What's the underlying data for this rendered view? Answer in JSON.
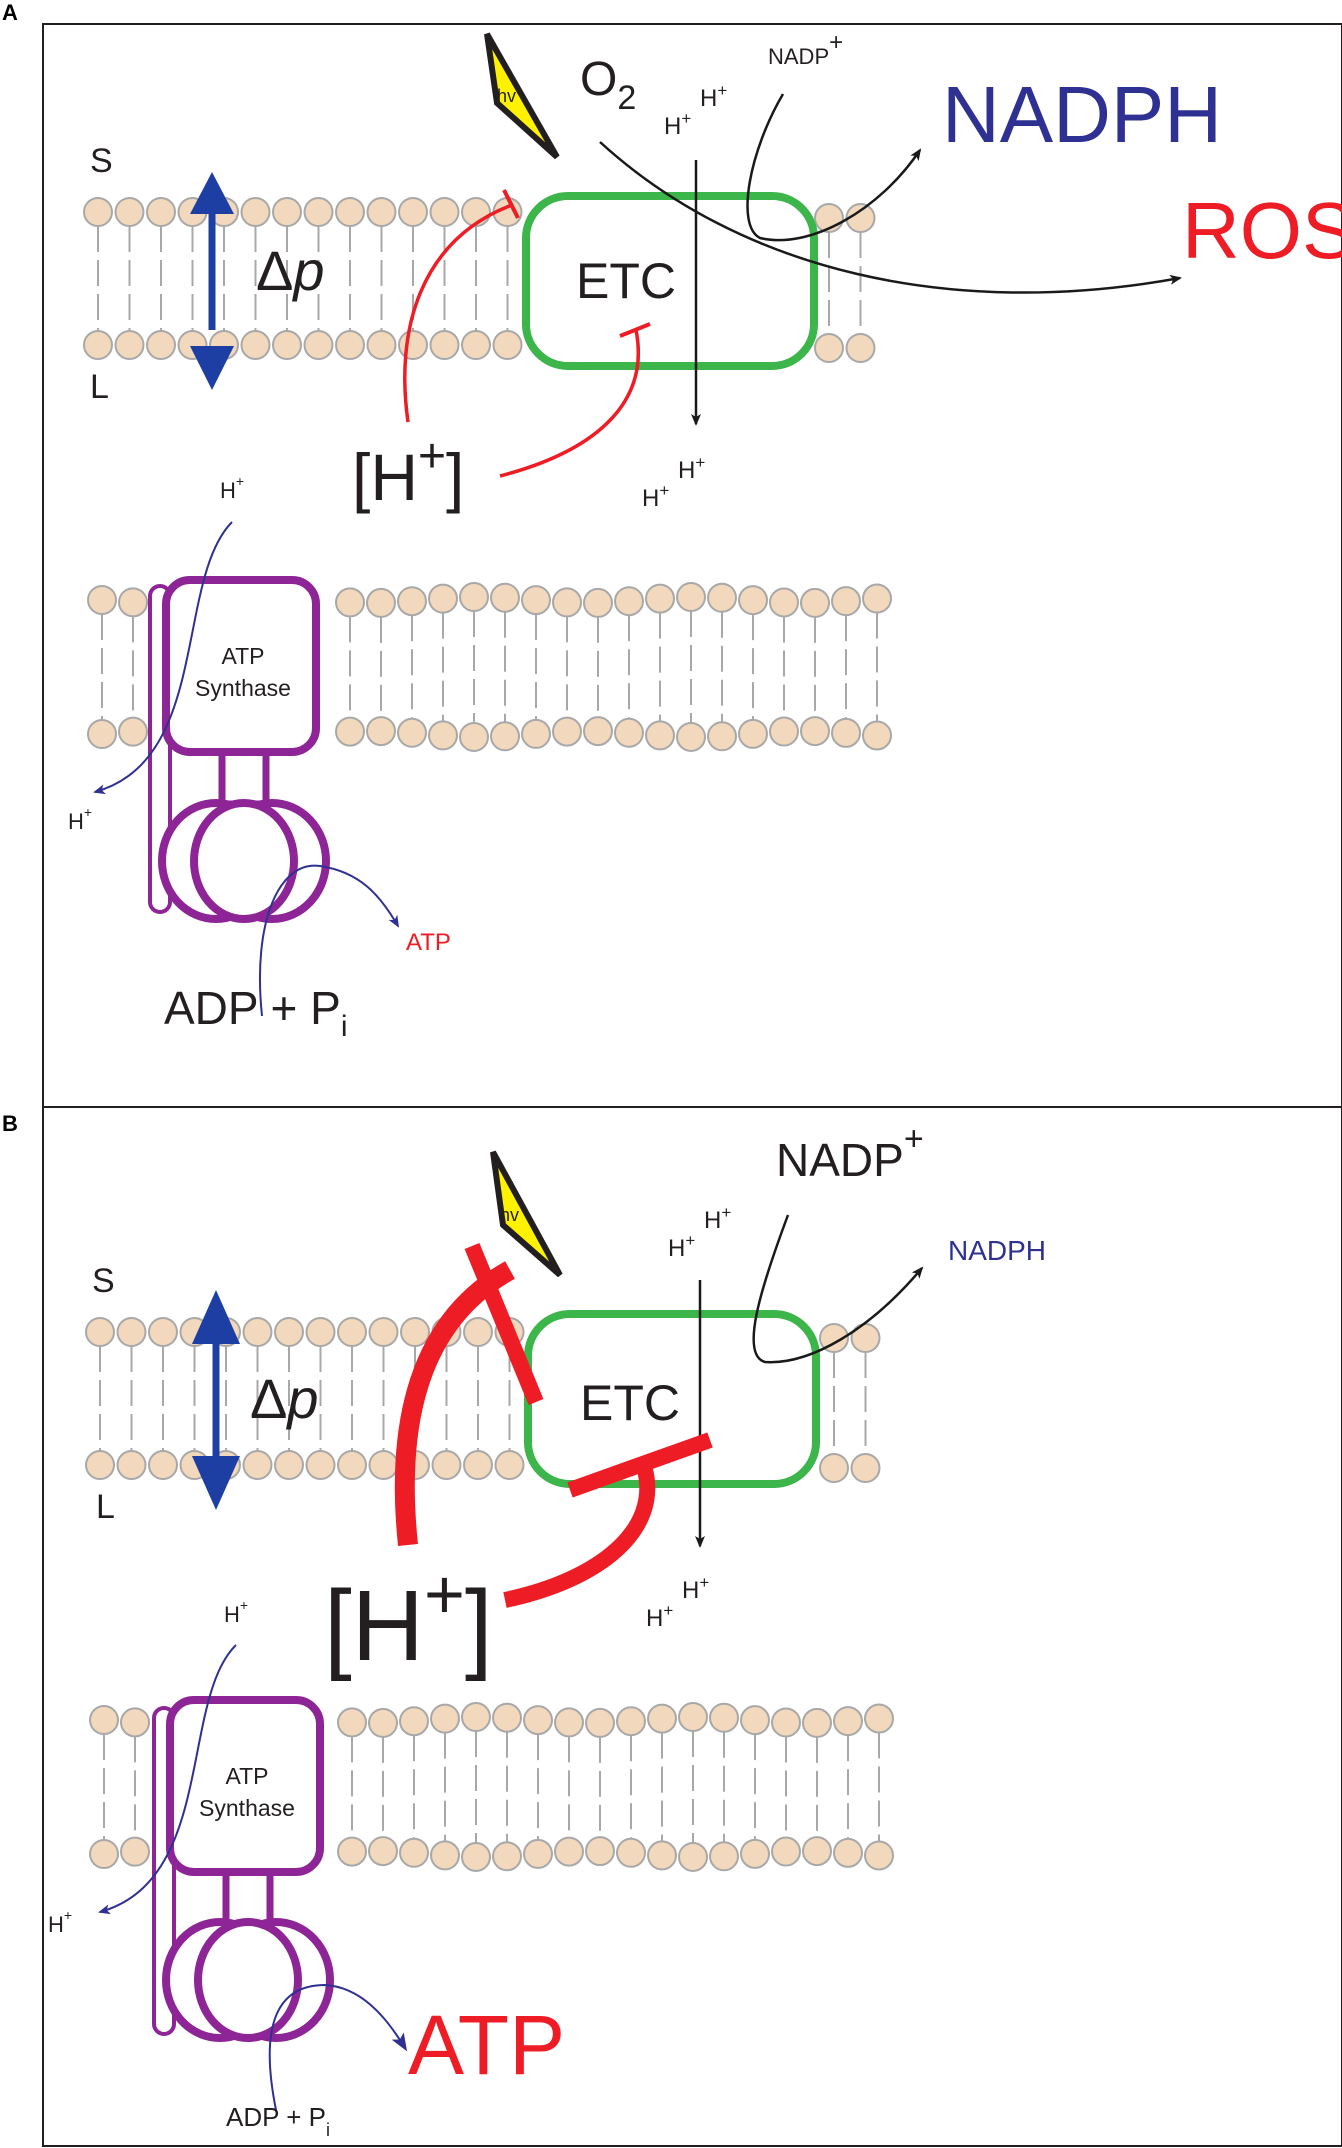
{
  "colors": {
    "lipid_head": "#f2d8bc",
    "lipid_outline": "#a8a8a8",
    "etc_green": "#3cb54a",
    "synthase_purple": "#8e2597",
    "inhibit_red": "#ee1c25",
    "dp_blue": "#1d3fa3",
    "navy_text": "#2e3192",
    "light_yellow": "#fff200"
  },
  "panelA": {
    "label": "A",
    "side_s": "S",
    "side_l": "L",
    "delta": "Δ",
    "p": "p",
    "etc": "ETC",
    "hv": "hv",
    "o2_o": "O",
    "o2_sub": "2",
    "nadp": "NADP",
    "nadp_sup": "+",
    "nadph": "NADPH",
    "ros": "ROS",
    "h_conc": "[H",
    "h_conc_sup": "+",
    "h_conc_close": "]",
    "h": "H",
    "plus": "+",
    "atp_synthase_1": "ATP",
    "atp_synthase_2": "Synthase",
    "atp": "ATP",
    "adp": "ADP + P",
    "adp_sub": "i"
  },
  "panelB": {
    "label": "B",
    "side_s": "S",
    "side_l": "L",
    "delta": "Δ",
    "p": "p",
    "etc": "ETC",
    "hv": "hv",
    "nadp": "NADP",
    "nadp_sup": "+",
    "nadph": "NADPH",
    "h_conc": "[H",
    "h_conc_sup": "+",
    "h_conc_close": "]",
    "h": "H",
    "plus": "+",
    "atp_synthase_1": "ATP",
    "atp_synthase_2": "Synthase",
    "atp": "ATP",
    "adp": "ADP + P",
    "adp_sub": "i"
  }
}
